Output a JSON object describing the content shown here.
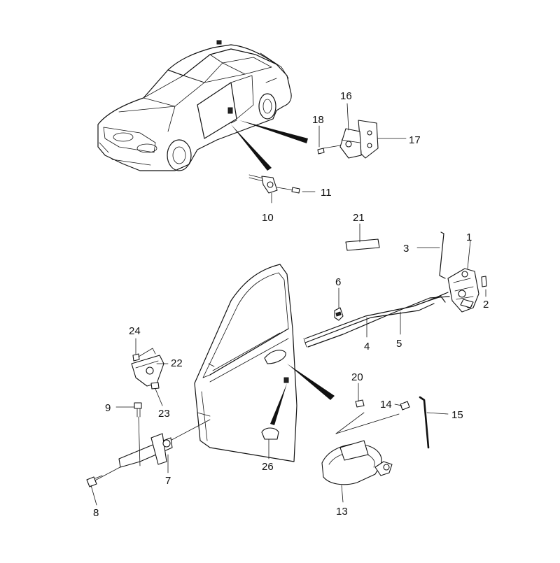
{
  "callouts": {
    "c1": "1",
    "c2": "2",
    "c3": "3",
    "c4": "4",
    "c5": "5",
    "c6": "6",
    "c7": "7",
    "c8": "8",
    "c9": "9",
    "c10": "10",
    "c11": "11",
    "c13": "13",
    "c14": "14",
    "c15": "15",
    "c16": "16",
    "c17": "17",
    "c18": "18",
    "c20": "20",
    "c21": "21",
    "c22": "22",
    "c23": "23",
    "c24": "24",
    "c26": "26"
  }
}
